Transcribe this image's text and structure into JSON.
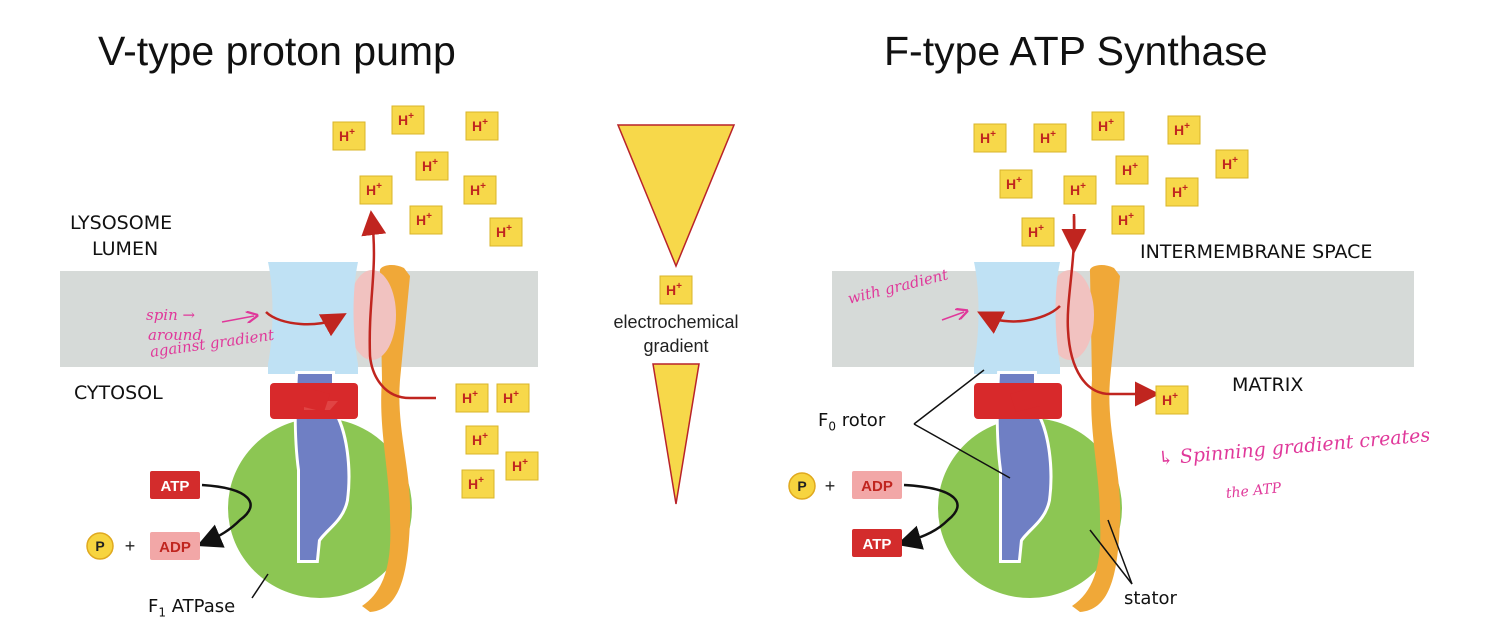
{
  "titles": {
    "left": "V-type proton pump",
    "right": "F-type ATP Synthase"
  },
  "left_diagram": {
    "lumen_label_1": "LYSOSOME",
    "lumen_label_2": "LUMEN",
    "cytosol_label": "CYTOSOL",
    "atp_label": "ATP",
    "adp_label": "ADP",
    "p_label": "P",
    "plus": "+",
    "atpase_label": "ATPase",
    "atpase_prefix": "F",
    "atpase_subscript": "1",
    "annotation": [
      "spin →",
      "around",
      "against gradient"
    ]
  },
  "center": {
    "gradient_label_1": "electrochemical",
    "gradient_label_2": "gradient",
    "ion": "H",
    "ion_charge": "+"
  },
  "right_diagram": {
    "intermembrane_label": "INTERMEMBRANE SPACE",
    "matrix_label": "MATRIX",
    "rotor_label": "rotor",
    "rotor_prefix": "F",
    "rotor_subscript": "0",
    "p_label": "P",
    "plus": "+",
    "adp_label": "ADP",
    "atp_label": "ATP",
    "stator_label": "stator",
    "annotation_gradient": "with gradient",
    "annotation_note_1": "↳ Spinning gradient creates",
    "annotation_note_2": "the ATP"
  },
  "colors": {
    "hbox_fill": "#f7d84a",
    "hbox_text": "#c0251f",
    "membrane": "#d6dad8",
    "rotor_top": "#bfe1f4",
    "rotor_shaft": "#6f7fc4",
    "stator_body": "#8cc653",
    "stator_arm": "#f0a838",
    "arrow": "#c0251f",
    "ring": "#d8292b",
    "atp_box": "#d32c2c",
    "adp_box": "#f2a7a7",
    "p_circle": "#f7d43f",
    "handwriting": "#e0389a"
  }
}
